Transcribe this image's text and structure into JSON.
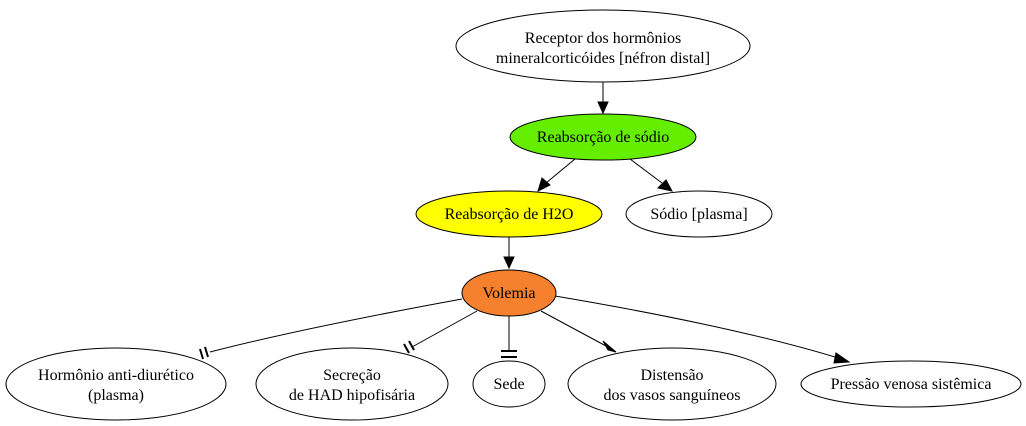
{
  "nodes": {
    "receptor": {
      "line1": "Receptor dos hormônios",
      "line2": "mineralcorticóides [néfron distal]",
      "fill": "#ffffff"
    },
    "reabsorcao_sodio": {
      "label": "Reabsorção de sódio",
      "fill": "#66ee00"
    },
    "reabsorcao_h2o": {
      "label": "Reabsorção de H2O",
      "fill": "#ffff00"
    },
    "sodio_plasma": {
      "label": "Sódio [plasma]",
      "fill": "#ffffff"
    },
    "volemia": {
      "label": "Volemia",
      "fill": "#f5802e"
    },
    "hormonio_antidiuretico": {
      "line1": "Hormônio anti-diurético",
      "line2": "(plasma)",
      "fill": "#ffffff"
    },
    "secrecao_had": {
      "line1": "Secreção",
      "line2": "de HAD hipofisária",
      "fill": "#ffffff"
    },
    "sede": {
      "label": "Sede",
      "fill": "#ffffff"
    },
    "distensao": {
      "line1": "Distensão",
      "line2": "dos vasos sanguíneos",
      "fill": "#ffffff"
    },
    "pressao": {
      "label": "Pressão venosa sistêmica",
      "fill": "#ffffff"
    }
  },
  "edges": [
    {
      "from": "receptor",
      "to": "reabsorcao_sodio",
      "type": "activates"
    },
    {
      "from": "reabsorcao_sodio",
      "to": "reabsorcao_h2o",
      "type": "activates"
    },
    {
      "from": "reabsorcao_sodio",
      "to": "sodio_plasma",
      "type": "activates"
    },
    {
      "from": "reabsorcao_h2o",
      "to": "volemia",
      "type": "activates"
    },
    {
      "from": "volemia",
      "to": "hormonio_antidiuretico",
      "type": "inhibits"
    },
    {
      "from": "volemia",
      "to": "secrecao_had",
      "type": "inhibits"
    },
    {
      "from": "volemia",
      "to": "sede",
      "type": "inhibits"
    },
    {
      "from": "volemia",
      "to": "distensao",
      "type": "activates"
    },
    {
      "from": "volemia",
      "to": "pressao",
      "type": "activates"
    }
  ]
}
